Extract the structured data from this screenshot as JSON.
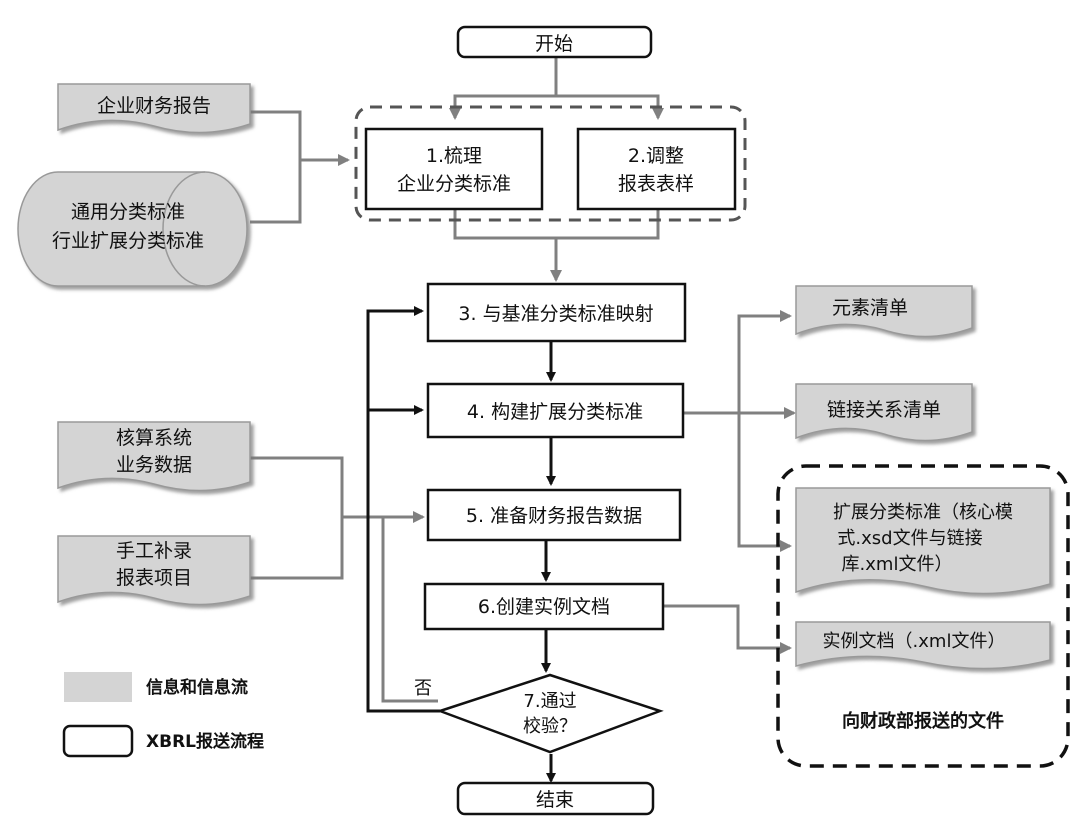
{
  "process": {
    "start": "开始",
    "step1_line1": "1.梳理",
    "step1_line2": "企业分类标准",
    "step2_line1": "2.调整",
    "step2_line2": "报表表样",
    "step3": "3. 与基准分类标准映射",
    "step4": "4. 构建扩展分类标准",
    "step5": "5. 准备财务报告数据",
    "step6": "6.创建实例文档",
    "step7_line1": "7.通过",
    "step7_line2": "校验？",
    "no_label": "否",
    "end": "结束"
  },
  "inputs": {
    "financial_report": "企业财务报告",
    "taxonomy_line1": "通用分类标准",
    "taxonomy_line2": "行业扩展分类标准",
    "accounting_line1": "核算系统",
    "accounting_line2": "业务数据",
    "manual_line1": "手工补录",
    "manual_line2": "报表项目"
  },
  "outputs": {
    "element_list": "元素清单",
    "linkbase_list": "链接关系清单",
    "ext_line1": "扩展分类标准（核心模",
    "ext_line2": "式.xsd文件与链接",
    "ext_line3": "库.xml文件）",
    "instance_doc": "实例文档（.xml文件）",
    "group_label": "向财政部报送的文件"
  },
  "legend": {
    "info_flow": "信息和信息流",
    "xbrl_process": "XBRL报送流程"
  },
  "colors": {
    "doc_fill": "#d4d4d4",
    "process_stroke": "#111111",
    "info_arrow": "#808080"
  }
}
